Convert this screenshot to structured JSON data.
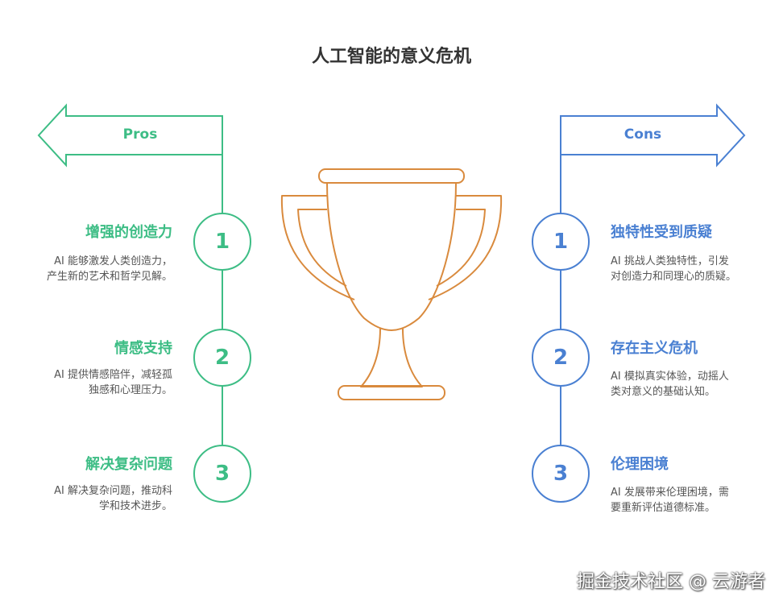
{
  "title": "人工智能的意义危机",
  "colors": {
    "pros": "#3dbd85",
    "cons": "#4a80d2",
    "trophy": "#d98a3d",
    "title": "#333333",
    "text": "#555555"
  },
  "pros": {
    "label": "Pros",
    "items": [
      {
        "num": "1",
        "title": "增强的创造力",
        "desc": "AI 能够激发人类创造力，产生新的艺术和哲学见解。"
      },
      {
        "num": "2",
        "title": "情感支持",
        "desc": "AI 提供情感陪伴，减轻孤独感和心理压力。"
      },
      {
        "num": "3",
        "title": "解决复杂问题",
        "desc": "AI 解决复杂问题，推动科学和技术进步。"
      }
    ]
  },
  "cons": {
    "label": "Cons",
    "items": [
      {
        "num": "1",
        "title": "独特性受到质疑",
        "desc": "AI 挑战人类独特性，引发对创造力和同理心的质疑。"
      },
      {
        "num": "2",
        "title": "存在主义危机",
        "desc": "AI 模拟真实体验，动摇人类对意义的基础认知。"
      },
      {
        "num": "3",
        "title": "伦理困境",
        "desc": "AI 发展带来伦理困境，需要重新评估道德标准。"
      }
    ]
  },
  "center_icon": "trophy-icon",
  "watermark": "掘金技术社区 @ 云游者"
}
